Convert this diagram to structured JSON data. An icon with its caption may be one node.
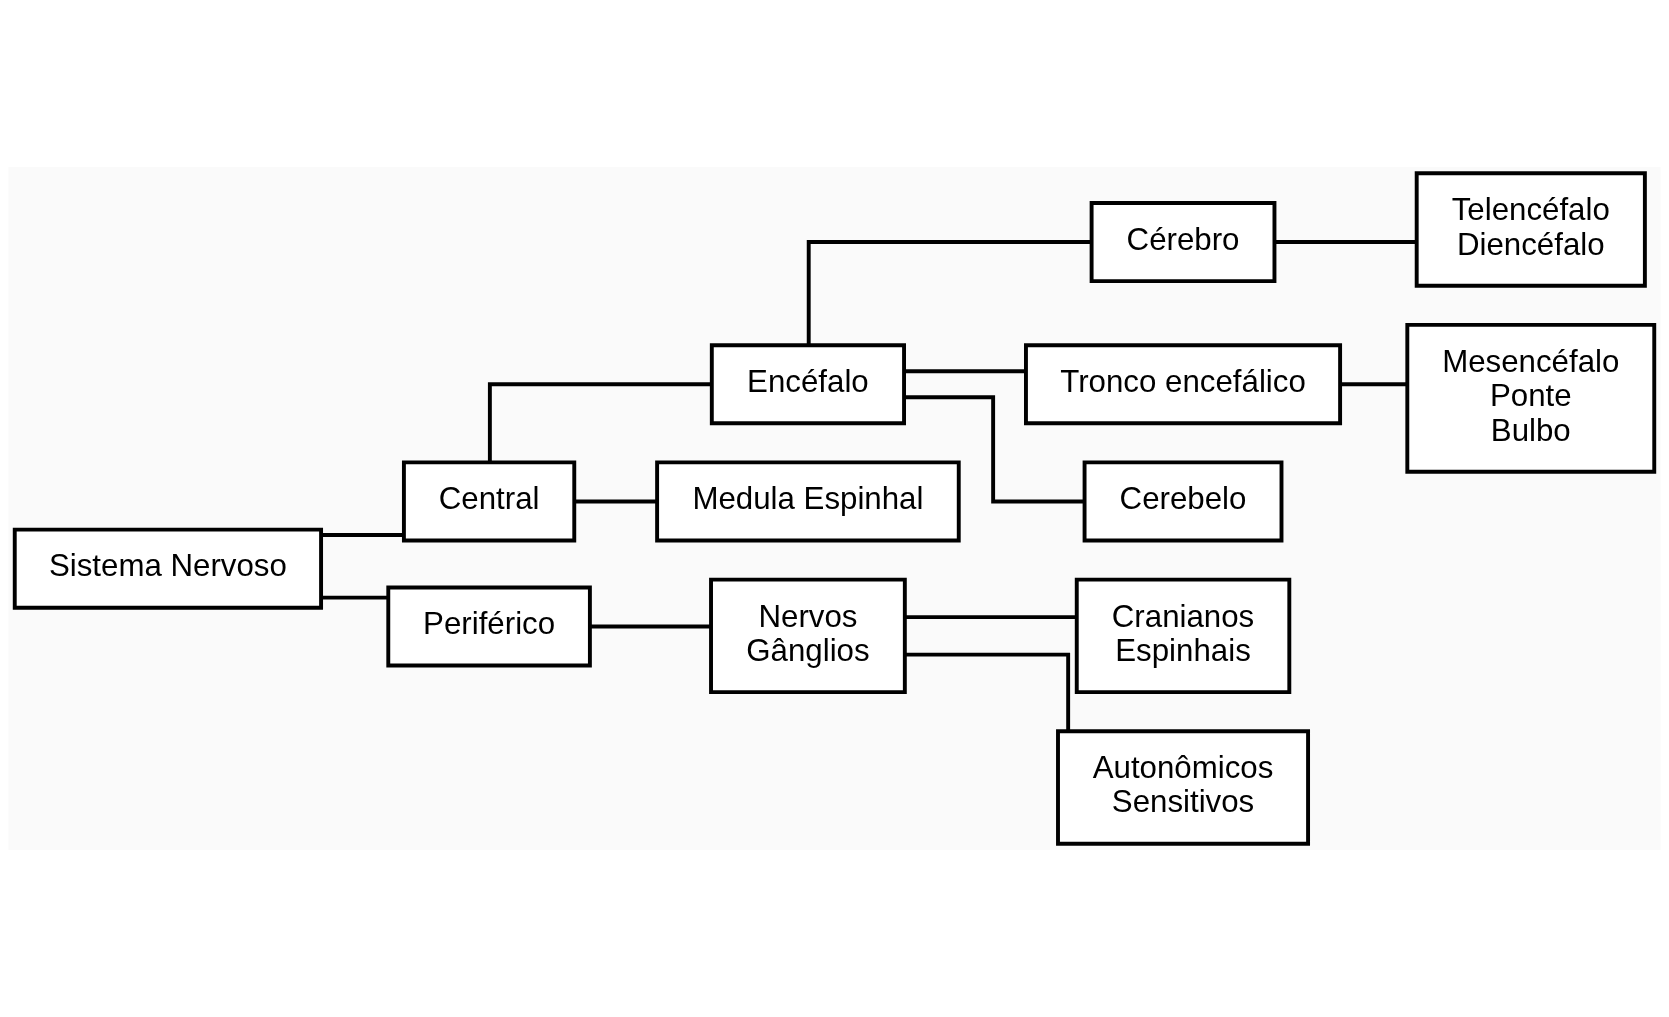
{
  "diagram": {
    "nodes": [
      {
        "text": [
          "Sistema Nervoso"
        ]
      },
      {
        "text": [
          "Central"
        ]
      },
      {
        "text": [
          "Periférico"
        ]
      },
      {
        "text": [
          "Encéfalo"
        ]
      },
      {
        "text": [
          "Medula Espinhal"
        ]
      },
      {
        "text": [
          "Cérebro"
        ]
      },
      {
        "text": [
          "Tronco encefálico"
        ]
      },
      {
        "text": [
          "Cerebelo"
        ]
      },
      {
        "text": [
          "Telencéfalo",
          "Diencéfalo"
        ]
      },
      {
        "text": [
          "Mesencéfalo",
          "Ponte",
          "Bulbo"
        ]
      },
      {
        "text": [
          "Nervos",
          "Gânglios"
        ]
      },
      {
        "text": [
          "Cranianos",
          "Espinhais"
        ]
      },
      {
        "text": [
          "Autonômicos",
          "Sensitivos"
        ]
      }
    ],
    "edges": [
      {
        "from": 0,
        "to": 1,
        "arrow": "none"
      },
      {
        "from": 0,
        "to": 2,
        "arrow": "none"
      },
      {
        "from": 1,
        "to": 3,
        "arrow": "none"
      },
      {
        "from": 1,
        "to": 4,
        "arrow": "none"
      },
      {
        "from": 3,
        "to": 5,
        "arrow": "none"
      },
      {
        "from": 3,
        "to": 6,
        "arrow": "none"
      },
      {
        "from": 3,
        "to": 7,
        "arrow": "none"
      },
      {
        "from": 5,
        "to": 8,
        "arrow": "none"
      },
      {
        "from": 6,
        "to": 9,
        "arrow": "none"
      },
      {
        "from": 2,
        "to": 10,
        "arrow": "none"
      },
      {
        "from": 10,
        "to": 11,
        "arrow": "none"
      },
      {
        "from": 10,
        "to": 12,
        "arrow": "none"
      }
    ]
  }
}
